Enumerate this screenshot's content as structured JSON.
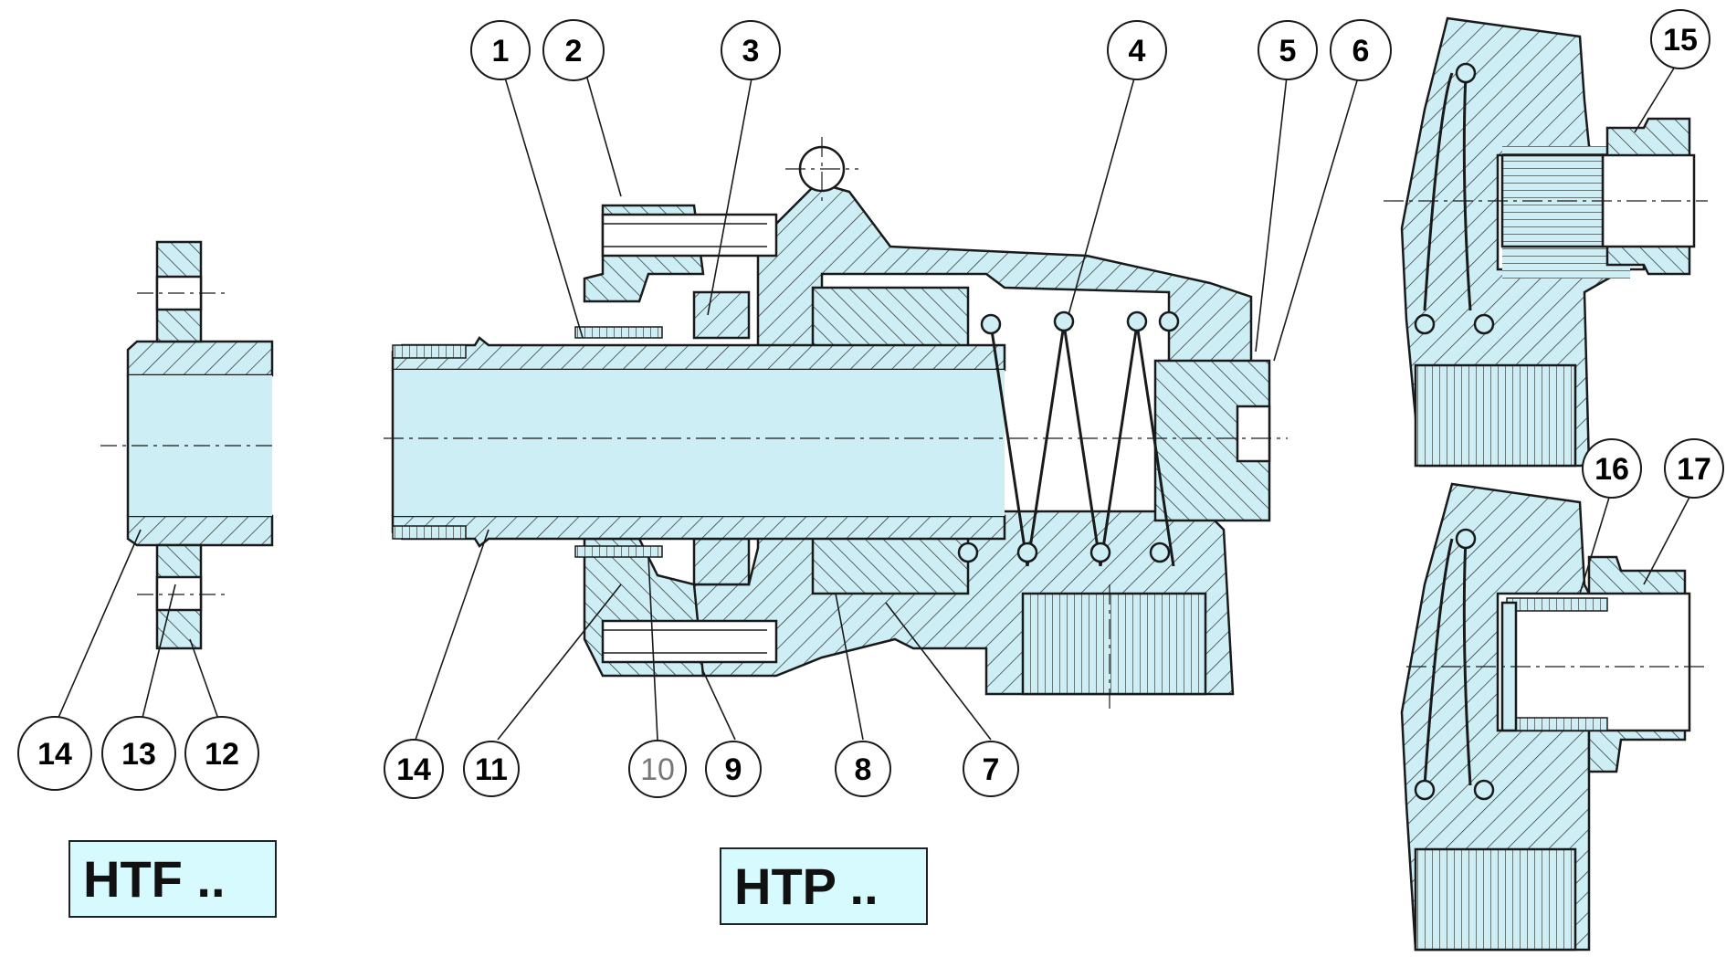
{
  "captions": {
    "htf": "HTF ..",
    "htp": "HTP .."
  },
  "callouts": {
    "c1": "1",
    "c2": "2",
    "c3": "3",
    "c4": "4",
    "c5": "5",
    "c6": "6",
    "c7": "7",
    "c8": "8",
    "c9": "9",
    "c10": "10",
    "c11": "11",
    "c14": "14",
    "c14b": "14",
    "c13": "13",
    "c12": "12",
    "c15": "15",
    "c16": "16",
    "c17": "17"
  },
  "colors": {
    "fill": "#cdeef4",
    "ink": "#1a1a1a",
    "caption_bg": "#d6fafd"
  }
}
